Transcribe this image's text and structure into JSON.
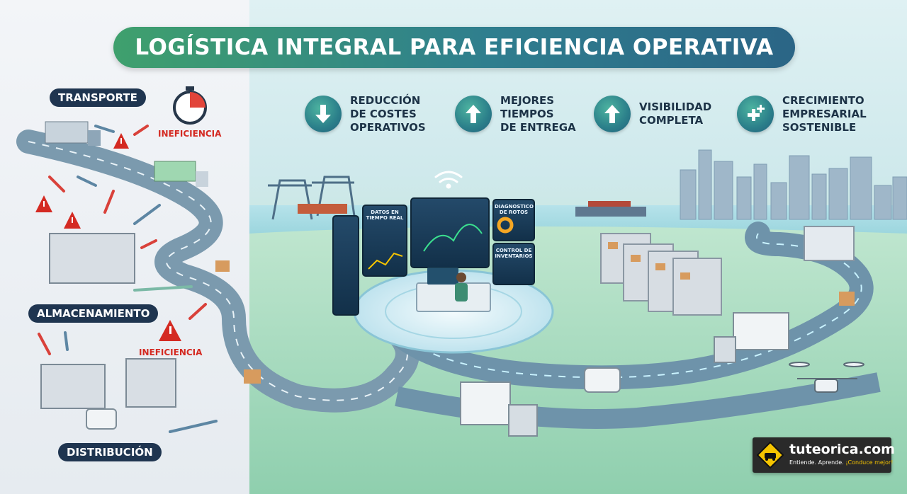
{
  "title": "LOGÍSTICA INTEGRAL PARA EFICIENCIA OPERATIVA",
  "stages": {
    "transporte": "TRANSPORTE",
    "almacenamiento": "ALMACENAMIENTO",
    "distribucion": "DISTRIBUCIÓN"
  },
  "inefficiency": {
    "top": "INEFICIENCIA",
    "middle": "INEFICIENCIA"
  },
  "benefits": [
    {
      "lines": [
        "REDUCCIÓN",
        "DE COSTES",
        "OPERATIVOS"
      ],
      "icon": "arrow-down-icon"
    },
    {
      "lines": [
        "MEJORES",
        "TIEMPOS",
        "DE ENTREGA"
      ],
      "icon": "arrow-up-icon"
    },
    {
      "lines": [
        "VISIBILIDAD",
        "COMPLETA"
      ],
      "icon": "arrow-up-icon"
    },
    {
      "lines": [
        "CRECIMIENTO",
        "EMPRESARIAL",
        "SOSTENIBLE"
      ],
      "icon": "plus-icon"
    }
  ],
  "screens": {
    "tiempo_real": "DATOS EN TIEMPO REAL",
    "roturas": "DIAGNOSTICO DE ROTOS",
    "inventarios": "CONTROL DE INVENTARIOS"
  },
  "logo": {
    "brand": "tuteorica.com",
    "slogan_a": "Entiende. Aprende. ",
    "slogan_b": "¡Conduce mejor!"
  },
  "colors": {
    "title_start": "#3fa06d",
    "title_end": "#2b6586",
    "stage_pill": "#1f3550",
    "warning_red": "#d42a22",
    "benefit_icon": "#2b7f8a",
    "logo_accent": "#f5c400"
  }
}
